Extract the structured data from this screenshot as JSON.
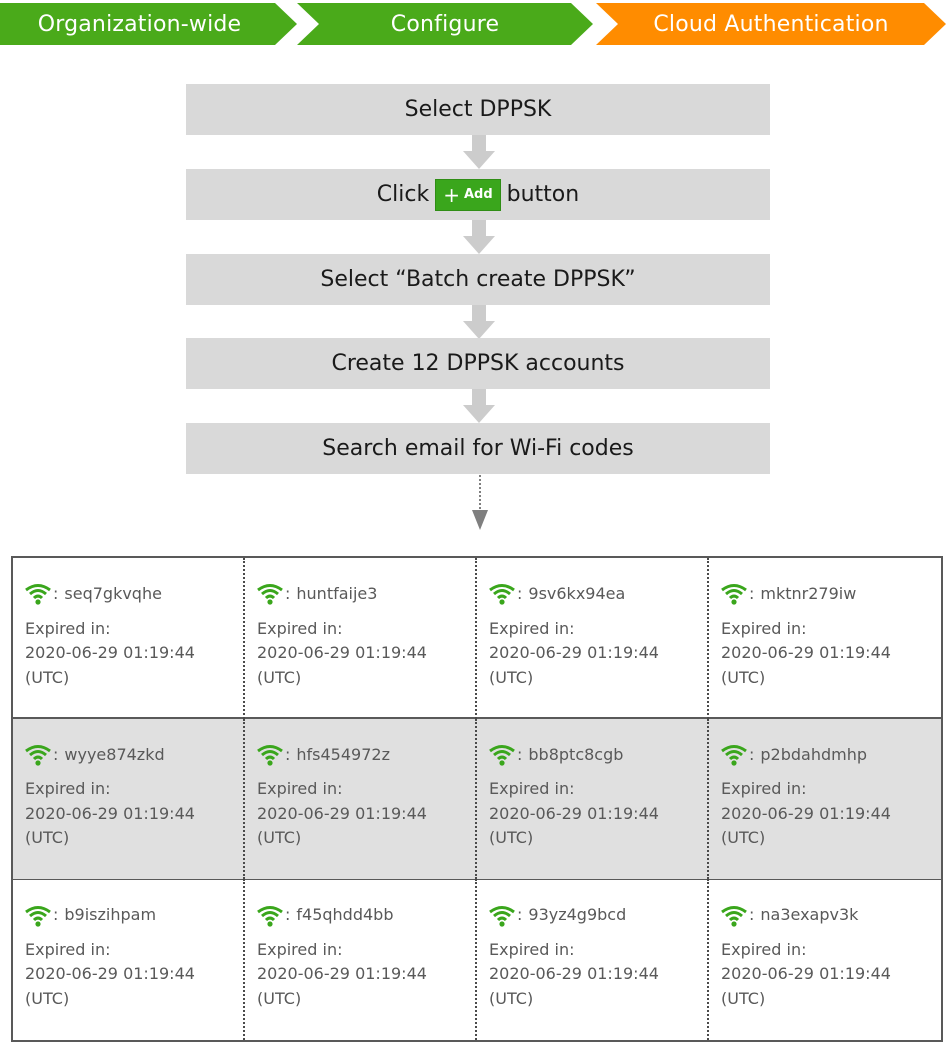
{
  "colors": {
    "crumb_green": "#4aaa1a",
    "crumb_orange": "#ff8c00",
    "step_bg": "#d9d9d9",
    "arrow": "#cccccc",
    "add_button": "#3aa61c",
    "wifi_icon": "#3aa61c",
    "shaded_row": "#e0e0e0"
  },
  "breadcrumb": [
    {
      "label": "Organization-wide",
      "color": "green"
    },
    {
      "label": "Configure",
      "color": "green"
    },
    {
      "label": "Cloud Authentication",
      "color": "orange"
    }
  ],
  "steps": {
    "s1": "Select DPPSK",
    "s2_pre": "Click",
    "s2_button": "Add",
    "s2_post": "button",
    "s3": "Select “Batch create DPPSK”",
    "s4": "Create 12 DPPSK accounts",
    "s5": "Search email for Wi-Fi codes"
  },
  "cards": [
    {
      "code": "seq7gkvqhe",
      "expired_label": "Expired in:",
      "date": "2020-06-29 01:19:44",
      "tz": "(UTC)"
    },
    {
      "code": "huntfaije3",
      "expired_label": "Expired in:",
      "date": "2020-06-29 01:19:44",
      "tz": "(UTC)"
    },
    {
      "code": "9sv6kx94ea",
      "expired_label": "Expired in:",
      "date": "2020-06-29 01:19:44",
      "tz": "(UTC)"
    },
    {
      "code": "mktnr279iw",
      "expired_label": "Expired in:",
      "date": "2020-06-29 01:19:44",
      "tz": "(UTC)"
    },
    {
      "code": "wyye874zkd",
      "expired_label": "Expired in:",
      "date": "2020-06-29 01:19:44",
      "tz": "(UTC)"
    },
    {
      "code": "hfs454972z",
      "expired_label": "Expired in:",
      "date": "2020-06-29 01:19:44",
      "tz": "(UTC)"
    },
    {
      "code": "bb8ptc8cgb",
      "expired_label": "Expired in:",
      "date": "2020-06-29 01:19:44",
      "tz": "(UTC)"
    },
    {
      "code": "p2bdahdmhp",
      "expired_label": "Expired in:",
      "date": "2020-06-29 01:19:44",
      "tz": "(UTC)"
    },
    {
      "code": "b9iszihpam",
      "expired_label": "Expired in:",
      "date": "2020-06-29 01:19:44",
      "tz": "(UTC)"
    },
    {
      "code": "f45qhdd4bb",
      "expired_label": "Expired in:",
      "date": "2020-06-29 01:19:44",
      "tz": "(UTC)"
    },
    {
      "code": "93yz4g9bcd",
      "expired_label": "Expired in:",
      "date": "2020-06-29 01:19:44",
      "tz": "(UTC)"
    },
    {
      "code": "na3exapv3k",
      "expired_label": "Expired in:",
      "date": "2020-06-29 01:19:44",
      "tz": "(UTC)"
    }
  ]
}
